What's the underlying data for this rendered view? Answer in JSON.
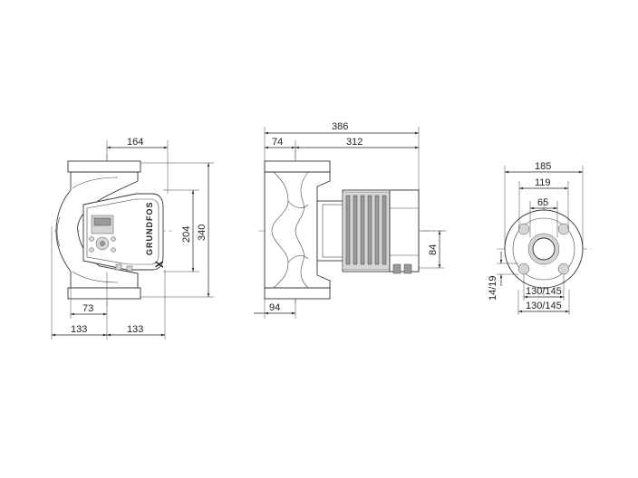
{
  "views": {
    "front": {
      "dims": {
        "width_top": "164",
        "height_inner": "204",
        "height_total": "340",
        "offset": "73",
        "left_half": "133",
        "right_half": "133"
      },
      "logo_text": "GRUNDFOS",
      "logo_mark": "X"
    },
    "side": {
      "dims": {
        "total": "386",
        "flange": "74",
        "motor": "312",
        "port": "94",
        "motor_radius": "84"
      }
    },
    "flange": {
      "dims": {
        "outer": "185",
        "bolt_circle": "119",
        "bore": "65",
        "hole": "14/19",
        "pcd_inner": "130/145",
        "pcd_outer": "130/145"
      }
    }
  },
  "colors": {
    "line": "#333333",
    "fill": "#d6d6d6",
    "dark": "#9a9a9a"
  }
}
